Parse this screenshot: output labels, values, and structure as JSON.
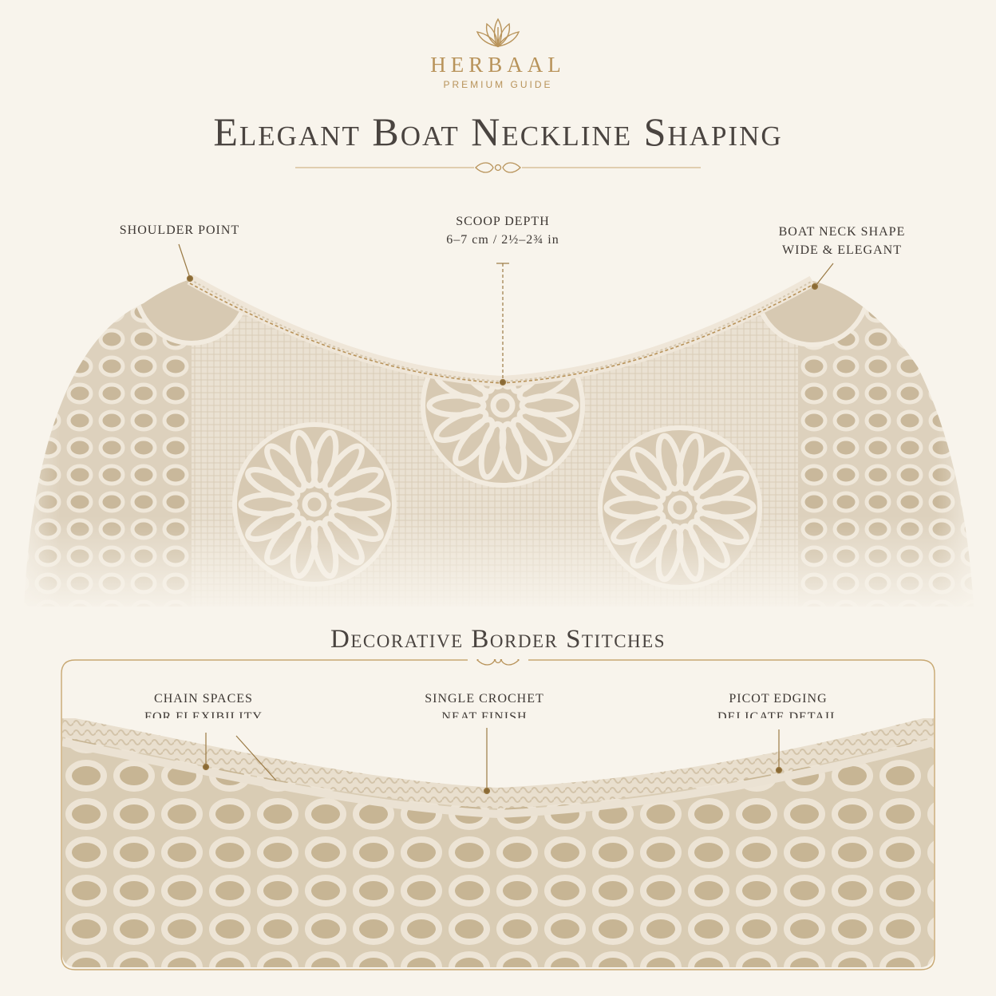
{
  "brand": {
    "name": "HERBAAL",
    "tagline": "PREMIUM GUIDE",
    "logo_icon": "lotus-leaf-icon"
  },
  "title": "Elegant Boat Neckline Shaping",
  "section_title": "Decorative Border Stitches",
  "neckline_labels": {
    "shoulder_point": "SHOULDER POINT",
    "scoop_depth_title": "SCOOP DEPTH",
    "scoop_depth_value": "6–7 cm / 2½–2¾ in",
    "boat_neck_line1": "BOAT NECK SHAPE",
    "boat_neck_line2": "WIDE & ELEGANT"
  },
  "border_labels": {
    "chain_line1": "CHAIN SPACES",
    "chain_line2": "FOR FLEXIBILITY",
    "sc_line1": "SINGLE CROCHET",
    "sc_line2": "NEAT FINISH",
    "picot_line1": "PICOT EDGING",
    "picot_line2": "DELICATE DETAIL"
  },
  "colors": {
    "background": "#f8f4ec",
    "accent_gold": "#b8935a",
    "text_dark": "#4a4440",
    "yarn": "#ebe2d3",
    "lining": "#cdbd9f"
  }
}
